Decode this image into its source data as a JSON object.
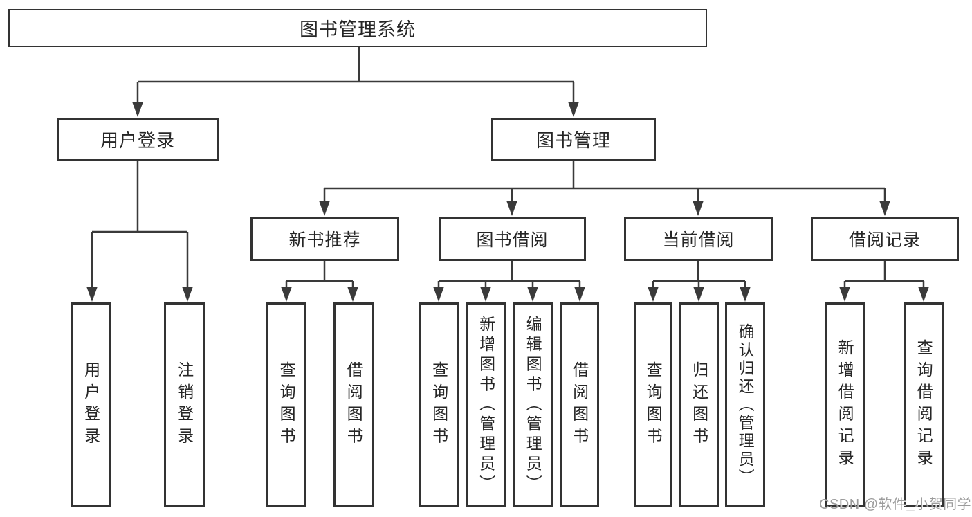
{
  "colors": {
    "line": "#3a3a3a",
    "box_border": "#333333",
    "text": "#262626",
    "watermark": "#9c9c9c",
    "background": "#ffffff"
  },
  "nodes": {
    "root": "图书管理系统",
    "user_login": "用户登录",
    "book_mgmt": "图书管理",
    "login_children": [
      "用户登录",
      "注销登录"
    ],
    "mgmt_children": [
      "新书推荐",
      "图书借阅",
      "当前借阅",
      "借阅记录"
    ],
    "new_book_children": [
      "查询图书",
      "借阅图书"
    ],
    "borrow_children": [
      "查询图书",
      "新增图书（管理员）",
      "编辑图书（管理员）",
      "借阅图书"
    ],
    "current_children": [
      "查询图书",
      "归还图书",
      "确认归还（管理员）"
    ],
    "record_children": [
      "新增借阅记录",
      "查询借阅记录"
    ]
  },
  "watermark": {
    "text": "CSDN @软件_小贺同学"
  }
}
